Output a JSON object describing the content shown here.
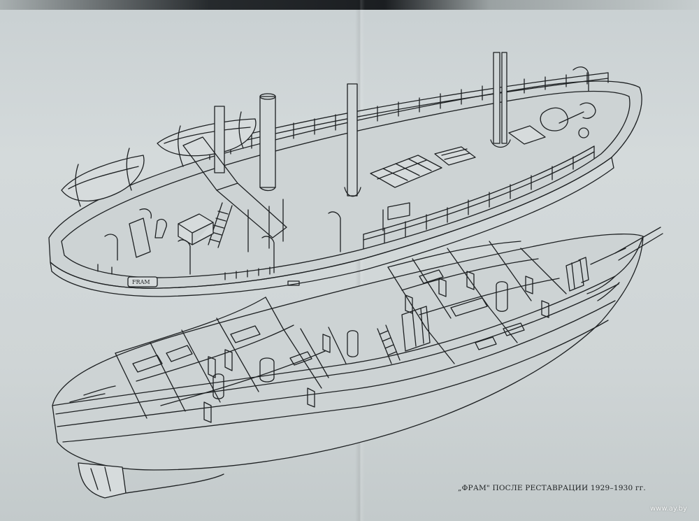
{
  "illustration": {
    "ship_name_plate": "FRAM",
    "caption": "„ФРАМ\" ПОСЛЕ РЕСТАВРАЦИИ 1929–1930 гг.",
    "watermark": "www.ay.by"
  },
  "colors": {
    "paper": "#cfd5d6",
    "ink": "#1d2022",
    "binding": "#1b1e21"
  }
}
